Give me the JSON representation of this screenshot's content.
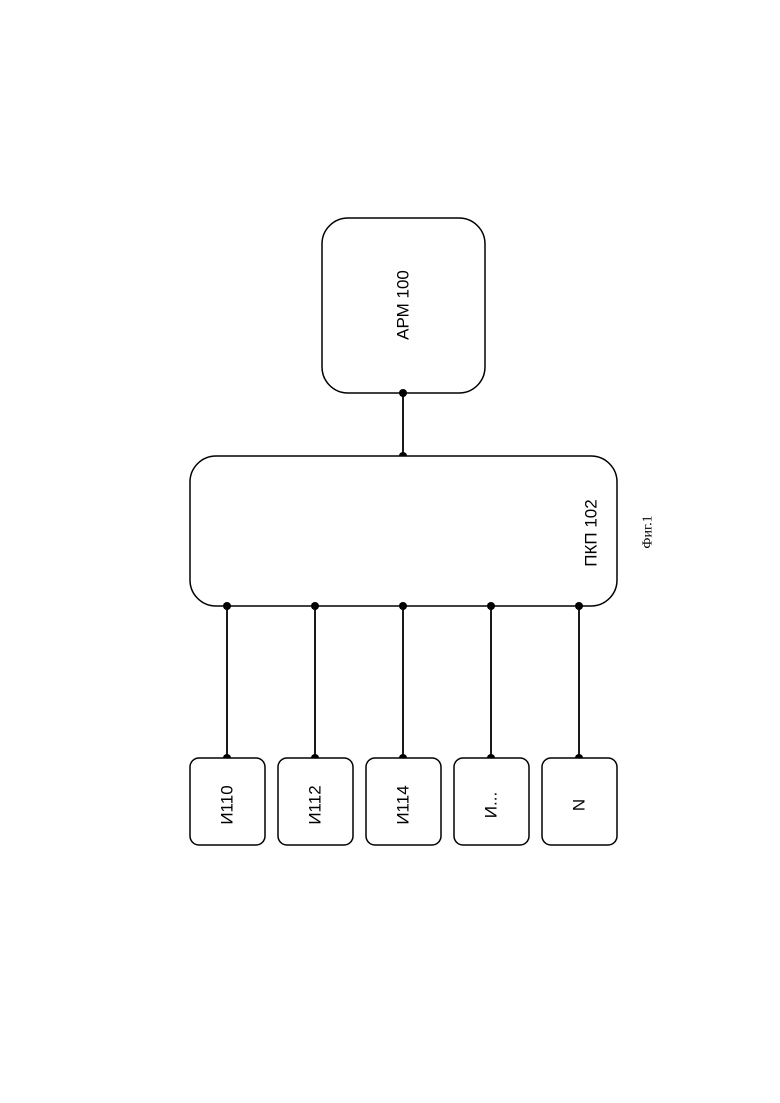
{
  "diagram": {
    "arm": {
      "label": "АРМ  100"
    },
    "pkp": {
      "label": "ПКП 102"
    },
    "sources": [
      {
        "label": "И110"
      },
      {
        "label": "И112"
      },
      {
        "label": "И114"
      },
      {
        "label": "И..."
      },
      {
        "label": "N"
      }
    ],
    "caption": "Фиг.1"
  }
}
